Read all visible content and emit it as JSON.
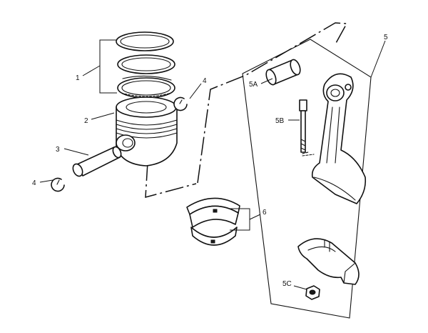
{
  "callouts": {
    "c1": "1",
    "c2": "2",
    "c3": "3",
    "c4a": "4",
    "c4b": "4",
    "c5": "5",
    "c5a": "5A",
    "c5b": "5B",
    "c5c": "5C",
    "c6": "6"
  },
  "colors": {
    "line": "#111111",
    "background": "#ffffff"
  }
}
